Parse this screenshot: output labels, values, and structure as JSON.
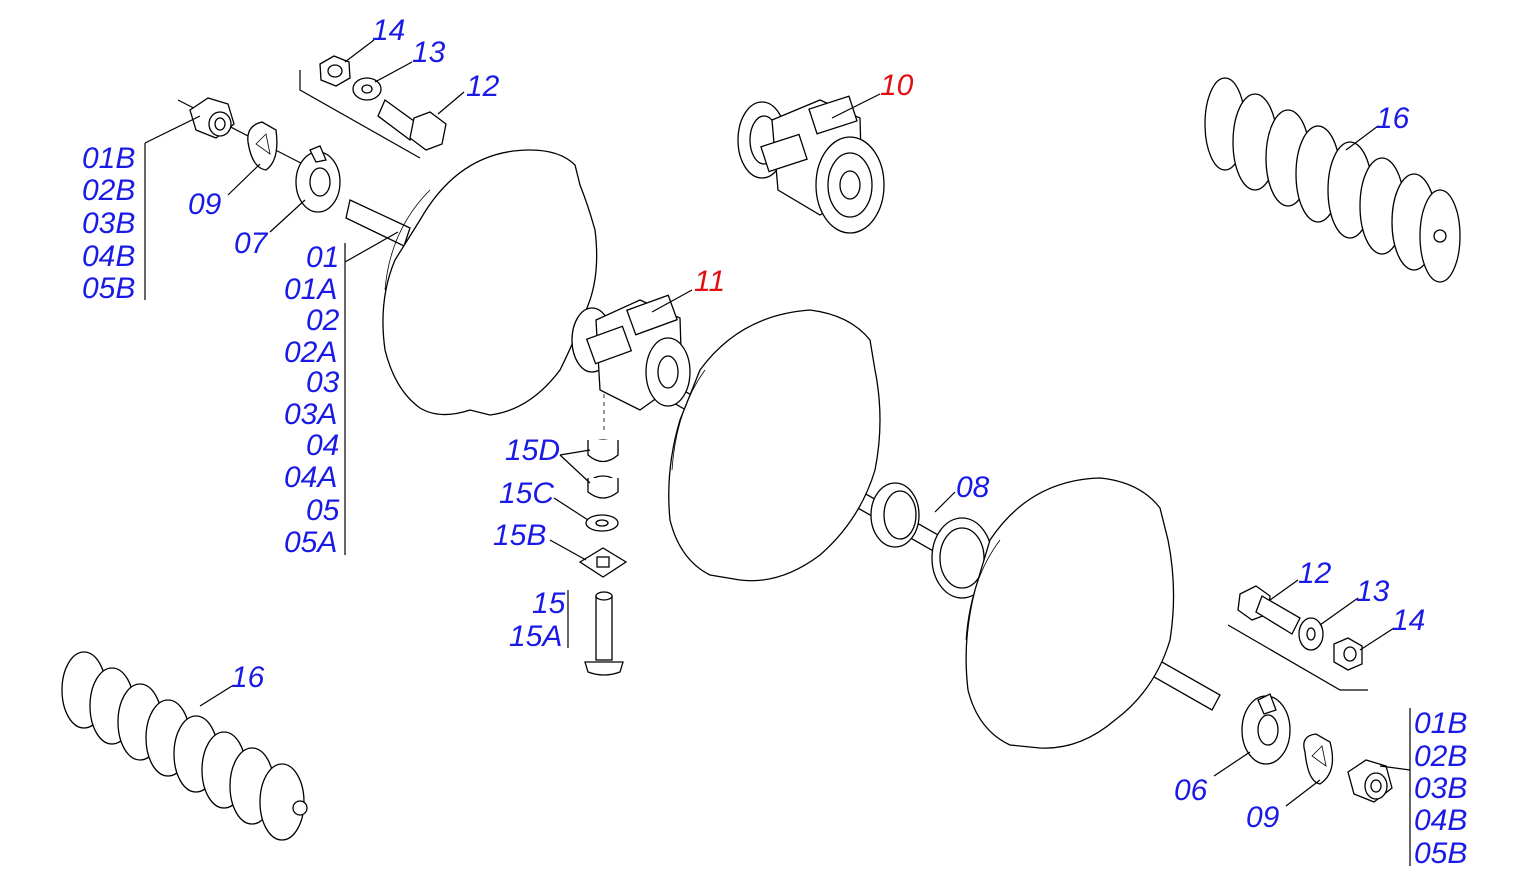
{
  "colors": {
    "label": "#1a1ae6",
    "highlight": "#e01010",
    "line": "#000000"
  },
  "labels": {
    "l14_top": "14",
    "l13_top": "13",
    "l12_top": "12",
    "l10": "10",
    "l16_top": "16",
    "l09_left": "09",
    "l07": "07",
    "l11": "11",
    "l15D": "15D",
    "l15C": "15C",
    "l15B": "15B",
    "l15": "15",
    "l15A": "15A",
    "l08": "08",
    "l12_bot": "12",
    "l13_bot": "13",
    "l14_bot": "14",
    "l06": "06",
    "l09_right": "09",
    "l16_bot": "16"
  },
  "left_b_list": [
    "01B",
    "02B",
    "03B",
    "04B",
    "05B"
  ],
  "shaft_list": [
    "01",
    "01A",
    "02",
    "02A",
    "03",
    "03A",
    "04",
    "04A",
    "05",
    "05A"
  ],
  "right_b_list": [
    "01B",
    "02B",
    "03B",
    "04B",
    "05B"
  ]
}
